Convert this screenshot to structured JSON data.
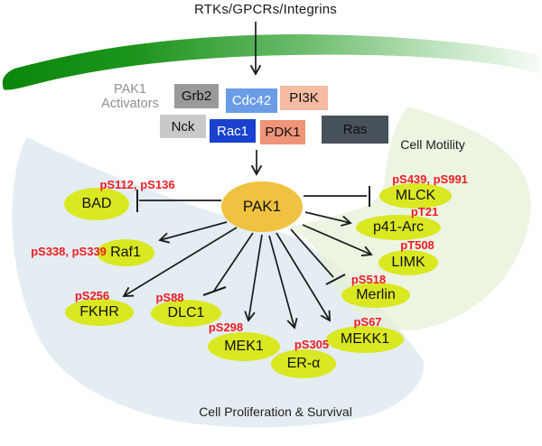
{
  "title": "RTKs/GPCRs/Integrins",
  "activators": {
    "label": "PAK1\nActivators",
    "boxes": {
      "grb2": {
        "label": "Grb2"
      },
      "cdc42": {
        "label": "Cdc42"
      },
      "pi3k": {
        "label": "PI3K"
      },
      "nck": {
        "label": "Nck"
      },
      "rac1": {
        "label": "Rac1"
      },
      "pdk1": {
        "label": "PDK1"
      },
      "ras": {
        "label": "Ras"
      }
    }
  },
  "hub": {
    "label": "PAK1"
  },
  "nodes": {
    "bad": {
      "label": "BAD",
      "phospho": "pS112, pS136",
      "regulation": "inhibition"
    },
    "raf1": {
      "label": "Raf1",
      "phospho": "pS338, pS339",
      "regulation": "activation"
    },
    "fkhr": {
      "label": "FKHR",
      "phospho": "pS256",
      "regulation": "activation"
    },
    "dlc1": {
      "label": "DLC1",
      "phospho": "pS88",
      "regulation": "inhibition"
    },
    "mek1": {
      "label": "MEK1",
      "phospho": "pS298",
      "regulation": "activation"
    },
    "er_alpha": {
      "label": "ER-α",
      "phospho": "pS305",
      "regulation": "activation"
    },
    "mekk1": {
      "label": "MEKK1",
      "phospho": "pS67",
      "regulation": "activation"
    },
    "merlin": {
      "label": "Merlin",
      "phospho": "pS518",
      "regulation": "inhibition"
    },
    "limk": {
      "label": "LIMK",
      "phospho": "pT508",
      "regulation": "activation"
    },
    "p41arc": {
      "label": "p41-Arc",
      "phospho": "pT21",
      "regulation": "activation"
    },
    "mlck": {
      "label": "MLCK",
      "phospho": "pS439, pS991",
      "regulation": "inhibition"
    }
  },
  "regions": {
    "motility": {
      "label": "Cell Motility"
    },
    "proliferation": {
      "label": "Cell Proliferation & Survival"
    }
  },
  "colors": {
    "phospho_label": "#ed1c24",
    "target_node_fill": "#d9e821",
    "pak1_fill": "#efc341",
    "membrane_green_dark": "#0b860b",
    "membrane_green_light": "#f2faf2",
    "proliferation_region_fill": "#e4edf1",
    "motility_region_fill": "#e7f1da",
    "box_grb2": "#9a9a9a",
    "box_cdc42": "#6b9ce8",
    "box_pi3k": "#f5bba3",
    "box_nck": "#c9c9c9",
    "box_rac1": "#1a41cd",
    "box_pdk1": "#ef9478",
    "box_ras": "#47525b"
  }
}
